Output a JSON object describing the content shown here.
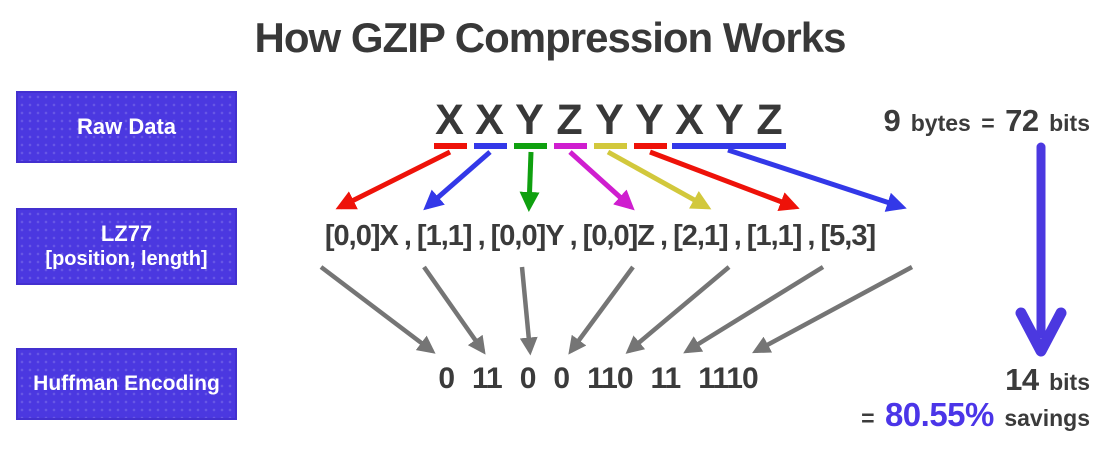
{
  "title": "How GZIP Compression Works",
  "stages": [
    {
      "label": "Raw Data",
      "sublabel": ""
    },
    {
      "label": "LZ77",
      "sublabel": "[position, length]"
    },
    {
      "label": "Huffman Encoding",
      "sublabel": ""
    }
  ],
  "raw_row": {
    "letters": [
      "X",
      "X",
      "Y",
      "Z",
      "Y",
      "Y",
      "X",
      "Y",
      "Z"
    ],
    "underline_groups": [
      {
        "covers": "X",
        "color": "arrow_red"
      },
      {
        "covers": "X",
        "color": "arrow_blue"
      },
      {
        "covers": "Y",
        "color": "arrow_green"
      },
      {
        "covers": "Z",
        "color": "arrow_magenta"
      },
      {
        "covers": "Y",
        "color": "arrow_yellow"
      },
      {
        "covers": "Y",
        "color": "arrow_red"
      },
      {
        "covers": "X Y Z",
        "color": "arrow_blue"
      }
    ]
  },
  "lz77_row": {
    "tokens": [
      "[0,0]X",
      "[1,1]",
      "[0,0]Y",
      "[0,0]Z",
      "[2,1]",
      "[1,1]",
      "[5,3]"
    ],
    "separator": ","
  },
  "huffman_row": {
    "codes": [
      "0",
      "11",
      "0",
      "0",
      "110",
      "11",
      "1110"
    ]
  },
  "annotations": {
    "raw_size": {
      "num1": "9",
      "word1": "bytes",
      "eq": "=",
      "num2": "72",
      "word2": "bits"
    },
    "comp_size": {
      "num": "14",
      "word": "bits"
    },
    "savings": {
      "eq": "=",
      "value": "80.55%",
      "word": "savings"
    }
  },
  "arrows": {
    "raw_to_lz77": [
      {
        "source": "X",
        "target": "[0,0]X",
        "color": "arrow_red"
      },
      {
        "source": "X",
        "target": "[1,1]",
        "color": "arrow_blue"
      },
      {
        "source": "Y",
        "target": "[0,0]Y",
        "color": "arrow_green"
      },
      {
        "source": "Z",
        "target": "[0,0]Z",
        "color": "arrow_magenta"
      },
      {
        "source": "Y",
        "target": "[2,1]",
        "color": "arrow_yellow"
      },
      {
        "source": "Y",
        "target": "[1,1]",
        "color": "arrow_red"
      },
      {
        "source": "X Y Z",
        "target": "[5,3]",
        "color": "arrow_blue"
      }
    ],
    "lz77_to_huffman": [
      {
        "source": "[0,0]X",
        "target": "0",
        "color": "arrow_gray"
      },
      {
        "source": "[1,1]",
        "target": "11",
        "color": "arrow_gray"
      },
      {
        "source": "[0,0]Y",
        "target": "0",
        "color": "arrow_gray"
      },
      {
        "source": "[0,0]Z",
        "target": "0",
        "color": "arrow_gray"
      },
      {
        "source": "[2,1]",
        "target": "110",
        "color": "arrow_gray"
      },
      {
        "source": "[1,1]",
        "target": "11",
        "color": "arrow_gray"
      },
      {
        "source": "[5,3]",
        "target": "1110",
        "color": "arrow_gray"
      }
    ],
    "size_reduction": {
      "from": "72 bits",
      "to": "14 bits",
      "color": "purple"
    }
  },
  "colors": {
    "purple": "#4B38E0",
    "savings_purple": "#4B35E8",
    "dark_text": "#383838",
    "box_text": "#FFFFFF",
    "arrow_red": "#EE1209",
    "arrow_blue": "#3338E8",
    "arrow_green": "#0FA00F",
    "arrow_magenta": "#CF1ECF",
    "arrow_yellow": "#D2C83C",
    "arrow_gray": "#757575"
  }
}
